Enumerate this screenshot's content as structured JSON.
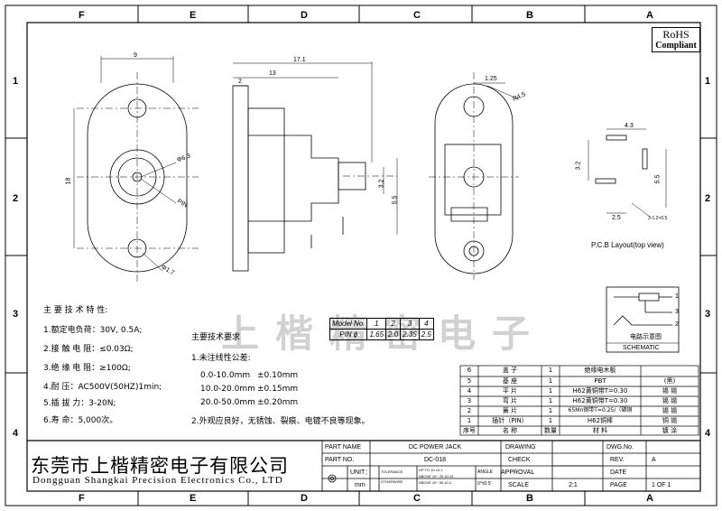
{
  "border": {
    "columns": [
      "F",
      "E",
      "D",
      "C",
      "B",
      "A"
    ],
    "rows": [
      "1",
      "2",
      "3",
      "4"
    ]
  },
  "rohs": {
    "line1": "RoHS",
    "line2": "Compliant"
  },
  "dimensions": {
    "front": {
      "width": "9",
      "height": "18",
      "hole": "Φ6.3",
      "pin": "PIN",
      "small_hole": "Φ1.7"
    },
    "side": {
      "overall": "17.1",
      "body": "13",
      "flange": "2",
      "h1": "3.2",
      "h2": "5.5"
    },
    "rear": {
      "top": "1.25",
      "radius": "R4.5"
    },
    "pcb": {
      "w": "4.3",
      "h1": "3.2",
      "h2": "5.5",
      "w2": "2.5",
      "slot": "3-1.2×0.5",
      "caption": "P.C.B   Layout(top view)"
    }
  },
  "specs": {
    "title": "主 要 技 术 特 性:",
    "items": [
      "1.额定电负荷：30V, 0.5A;",
      "2.接 触 电 阻：≤0.03Ω;",
      "3.绝 缘 电 阻：≥100Ω;",
      "4.耐      压：AC500V(50HZ)1min;",
      "5.插    拔   力：3-20N;",
      "6.寿      命：5,000次。"
    ]
  },
  "requirements": {
    "title": "主要技术要求",
    "tolerance_title": "1.未注线性公差:",
    "tolerances": [
      {
        "range": "0.0-10.0mm",
        "value": "±0.10mm"
      },
      {
        "range": "10.0-20.0mm",
        "value": "±0.15mm"
      },
      {
        "range": "20.0-50.0mm",
        "value": "±0.20mm"
      }
    ],
    "note2": "2.外观应良好，无锈蚀、裂痕、电镀不良等现象。"
  },
  "model_table": {
    "header": [
      "Model No.",
      "1",
      "2",
      "3",
      "4"
    ],
    "row": [
      "PIN ϕ",
      "1.65",
      "2.0",
      "2.35",
      "2.5"
    ]
  },
  "schematic": {
    "pins": [
      "1",
      "3",
      "2"
    ],
    "caption_cn": "电路示意图",
    "caption_en": "SCHEMATIC"
  },
  "bom": {
    "header": [
      "序号",
      "名    称",
      "数量",
      "材    料",
      "镀    涂"
    ],
    "rows": [
      [
        "6",
        "盖    子",
        "1",
        "绝缘电木板",
        ""
      ],
      [
        "5",
        "基    座",
        "1",
        "PBT",
        "(黑)"
      ],
      [
        "4",
        "平    片",
        "1",
        "H62黄铜带T=0.30",
        "锡  锡"
      ],
      [
        "3",
        "弯    片",
        "1",
        "H62黄铜带T=0.30",
        "锡  锡"
      ],
      [
        "2",
        "簧    片",
        "1",
        "65Mn钢带T=0.25/（磷铜",
        "锡  锡"
      ],
      [
        "1",
        "插针（PIN）",
        "1",
        "H62铜棒",
        "铜  锡"
      ]
    ]
  },
  "company": {
    "cn": "东莞市上楷精密电子有限公司",
    "en": "Dongguan Shangkai Precision Electronics Co., LTD"
  },
  "title_block": {
    "part_name_label": "PART NAME",
    "part_name": "DC POWER JACK",
    "part_no_label": "PART NO.",
    "part_no": "DC-018",
    "unit_label": "UNIT：",
    "unit": "mm",
    "tolerance_label": "TOLERANCE",
    "otherwise_label": "OTHERWISE",
    "tol1": "UP TO 10      ±0.1",
    "tol2": "ABOVE 10~  20  ±0.15",
    "tol3": "ABOVE 20~  50  ±0.2",
    "angle_label": "ANGLE",
    "angle": "0°±0.5'",
    "drawing": "DRAWING",
    "check": "CHECK",
    "approval": "APPROVAL",
    "scale_label": "SCALE",
    "scale": "2:1",
    "dwg_label": "DWG.No.",
    "rev_label": "REV.",
    "rev": "A",
    "date_label": "DATE",
    "page_label": "PAGE",
    "page": "1  OF  1"
  },
  "watermark": "上楷精密电子"
}
